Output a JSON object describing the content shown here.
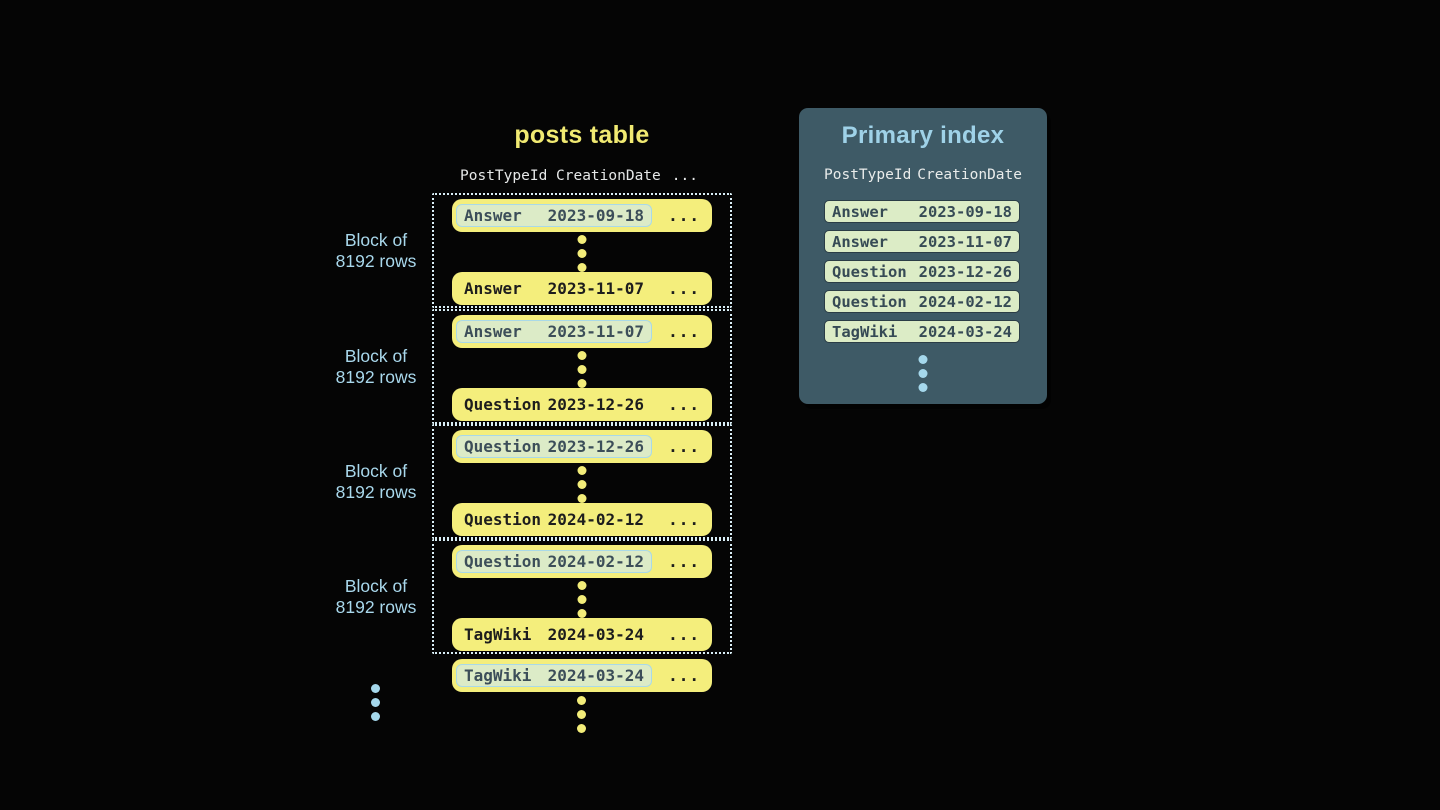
{
  "colors": {
    "background": "#050505",
    "row_yellow": "#f4ee7c",
    "title_yellow": "#f1ea72",
    "highlight_green": "#dcebc7",
    "highlight_border_blue": "#a9d9e8",
    "block_dotted_border": "#d9eef6",
    "label_blue": "#a9d8ec",
    "panel_slate": "#3e5a66",
    "panel_title_blue": "#9fd2e8",
    "pill_green": "#dcecc6",
    "dark_text": "#364a55"
  },
  "posts_table": {
    "title": "posts table",
    "columns": {
      "c1": "PostTypeId",
      "c2": "CreationDate"
    },
    "more_label": "...",
    "block_label": {
      "line1": "Block of",
      "line2": "8192 rows"
    },
    "blocks": [
      {
        "first": {
          "type": "Answer",
          "date": "2023-09-18"
        },
        "last": {
          "type": "Answer",
          "date": "2023-11-07"
        }
      },
      {
        "first": {
          "type": "Answer",
          "date": "2023-11-07"
        },
        "last": {
          "type": "Question",
          "date": "2023-12-26"
        }
      },
      {
        "first": {
          "type": "Question",
          "date": "2023-12-26"
        },
        "last": {
          "type": "Question",
          "date": "2024-02-12"
        }
      },
      {
        "first": {
          "type": "Question",
          "date": "2024-02-12"
        },
        "last": {
          "type": "TagWiki",
          "date": "2024-03-24"
        }
      }
    ],
    "overflow_row": {
      "type": "TagWiki",
      "date": "2024-03-24"
    }
  },
  "primary_index": {
    "title": "Primary index",
    "columns": {
      "c1": "PostTypeId",
      "c2": "CreationDate"
    },
    "entries": [
      {
        "type": "Answer",
        "date": "2023-09-18"
      },
      {
        "type": "Answer",
        "date": "2023-11-07"
      },
      {
        "type": "Question",
        "date": "2023-12-26"
      },
      {
        "type": "Question",
        "date": "2024-02-12"
      },
      {
        "type": "TagWiki",
        "date": "2024-03-24"
      }
    ]
  }
}
